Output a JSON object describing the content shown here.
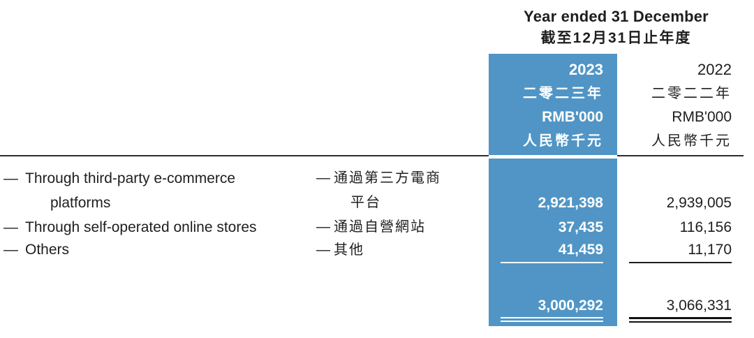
{
  "period_header": {
    "en": "Year ended 31 December",
    "zh": "截至12月31日止年度"
  },
  "columns": {
    "y2023": {
      "year": "2023",
      "year_zh": "二零二三年",
      "unit": "RMB'000",
      "unit_zh": "人民幣千元"
    },
    "y2022": {
      "year": "2022",
      "year_zh": "二零二二年",
      "unit": "RMB'000",
      "unit_zh": "人民幣千元"
    }
  },
  "dash": "—",
  "rows": [
    {
      "label_en_line1": "Through third-party e-commerce",
      "label_en_line2": "platforms",
      "label_zh_line1": "通過第三方電商",
      "label_zh_line2": "平台",
      "v2023": "2,921,398",
      "v2022": "2,939,005"
    },
    {
      "label_en_line1": "Through self-operated online stores",
      "label_zh_line1": "通過自營網站",
      "v2023": "37,435",
      "v2022": "116,156"
    },
    {
      "label_en_line1": "Others",
      "label_zh_line1": "其他",
      "v2023": "41,459",
      "v2022": "11,170"
    }
  ],
  "total": {
    "v2023": "3,000,292",
    "v2022": "3,066,331"
  },
  "colors": {
    "highlight_column": "#5095C5",
    "rule": "#2e2e2e"
  }
}
